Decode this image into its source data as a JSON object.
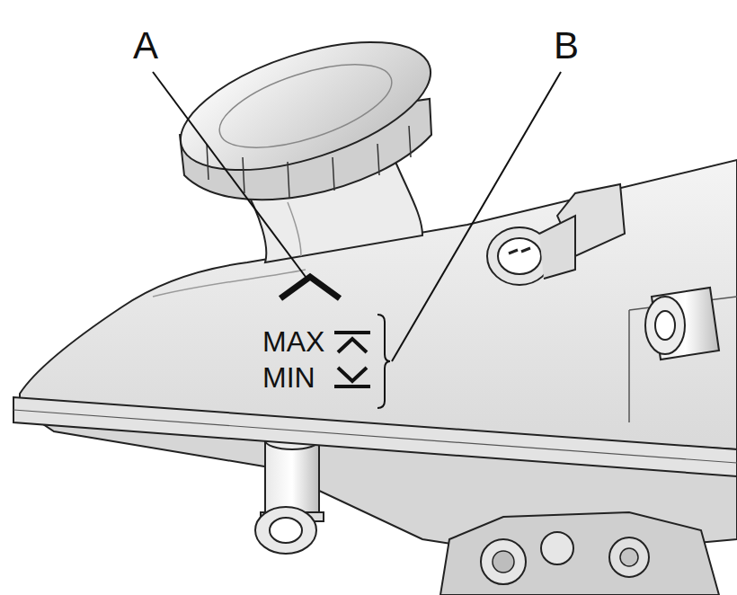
{
  "diagram": {
    "labels": [
      "A",
      "B",
      "MAX",
      "MIN"
    ]
  }
}
